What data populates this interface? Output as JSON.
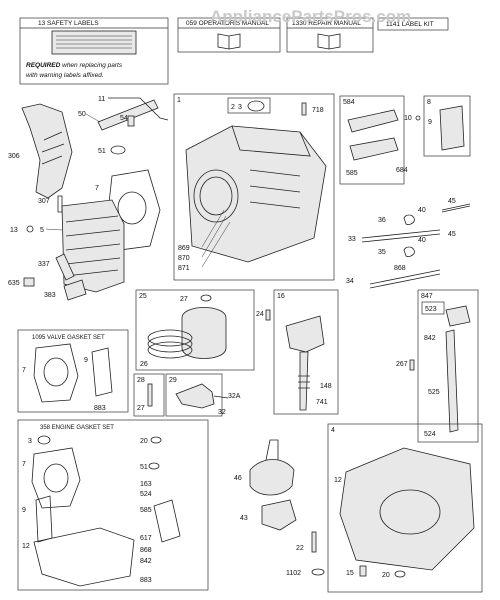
{
  "watermark": "AppliancePartsPros.com",
  "header": {
    "kit_labels": "13 SAFETY LABELS",
    "manual_operators": "059 OPERATOR'S MANUAL",
    "manual_repair": "1330 REPAIR MANUAL",
    "label_kit": "1141 LABEL KIT",
    "required_bold": "REQUIRED",
    "required_rest": " when replacing parts",
    "required_line2": "with warning labels affixed."
  },
  "kits": {
    "valve_gasket_set": "1095 VALVE GASKET SET",
    "engine_gasket_set": "358 ENGINE GASKET SET"
  },
  "box_numbers": {
    "b1": "1",
    "b2": "2",
    "b584": "584",
    "b8": "8",
    "b25": "25",
    "b16": "16",
    "b847": "847",
    "b523": "523",
    "b28": "28",
    "b29": "29",
    "b4": "4"
  },
  "callouts": {
    "c306": "306",
    "c50": "50",
    "c11": "11",
    "c54": "54",
    "c51": "51",
    "c718": "718",
    "c3": "3",
    "c10": "10",
    "c9": "9",
    "c585": "585",
    "c684": "684",
    "c7": "7",
    "c307": "307",
    "c13": "13",
    "c5": "5",
    "c337": "337",
    "c635": "635",
    "c383": "383",
    "c869": "869",
    "c870": "870",
    "c871": "871",
    "c40a": "40",
    "c45a": "45",
    "c36": "36",
    "c33": "33",
    "c40b": "40",
    "c45b": "45",
    "c35": "35",
    "c868": "868",
    "c34": "34",
    "c27a": "27",
    "c26": "26",
    "c24": "24",
    "c148": "148",
    "c741": "741",
    "c842a": "842",
    "c267": "267",
    "c525": "525",
    "c524a": "524",
    "v7": "7",
    "v9": "9",
    "v883": "883",
    "c27b": "27",
    "c32": "32",
    "c32a": "32A",
    "e3": "3",
    "e20": "20",
    "e7": "7",
    "e51": "51",
    "e163": "163",
    "e524": "524",
    "e9": "9",
    "e585": "585",
    "e12": "12",
    "e617": "617",
    "e868": "868",
    "e842": "842",
    "e883": "883",
    "c46": "46",
    "c43": "43",
    "c22": "22",
    "c1102": "1102",
    "c12b": "12",
    "c15": "15",
    "c20b": "20"
  }
}
